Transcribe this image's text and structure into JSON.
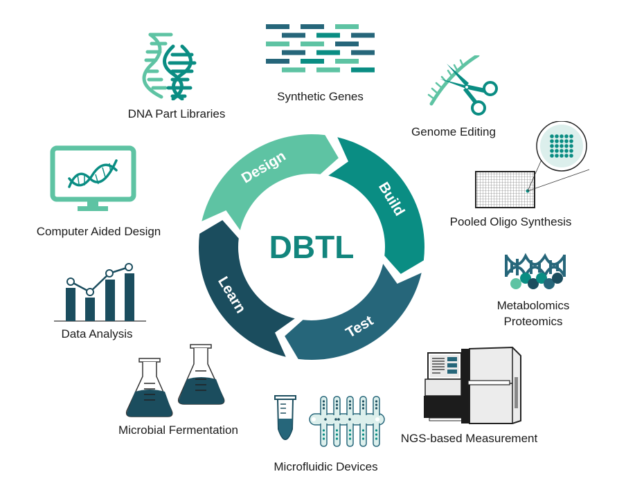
{
  "center": {
    "title": "DBTL",
    "title_color": "#12857d"
  },
  "cycle": [
    {
      "label": "Design",
      "color": "#5ec3a3"
    },
    {
      "label": "Build",
      "color": "#0a8d83"
    },
    {
      "label": "Test",
      "color": "#26667a"
    },
    {
      "label": "Learn",
      "color": "#1b4d5e"
    }
  ],
  "items": {
    "dna_part_libraries": "DNA Part Libraries",
    "synthetic_genes": "Synthetic Genes",
    "genome_editing": "Genome Editing",
    "pooled_oligo_synthesis": "Pooled Oligo Synthesis",
    "metabolomics": "Metabolomics",
    "proteomics": "Proteomics",
    "ngs_measurement": "NGS-based Measurement",
    "microfluidic_devices": "Microfluidic Devices",
    "microbial_fermentation": "Microbial Fermentation",
    "data_analysis": "Data Analysis",
    "computer_aided_design": "Computer Aided Design"
  },
  "palette": {
    "light": "#5ec3a3",
    "teal": "#0a8d83",
    "blue": "#26667a",
    "dark": "#1b4d5e"
  }
}
